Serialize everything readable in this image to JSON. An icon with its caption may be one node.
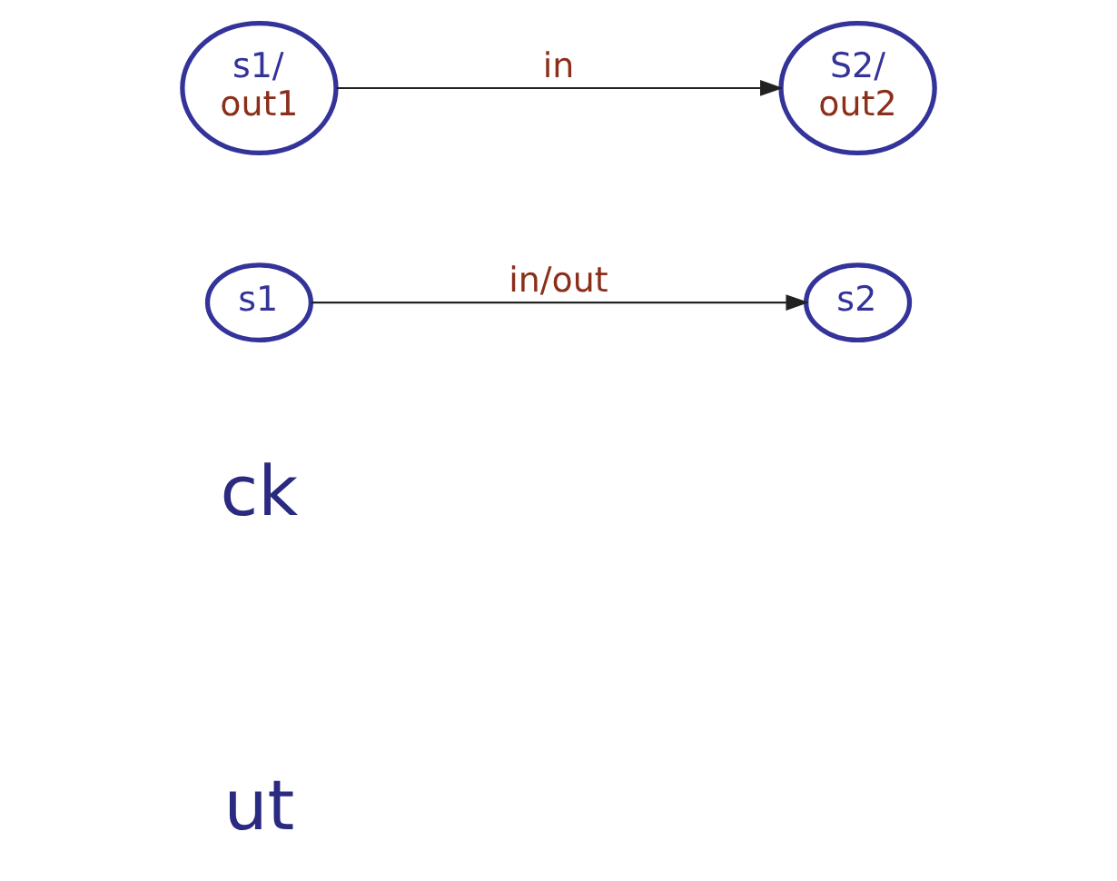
{
  "diagram": {
    "nodes": [
      {
        "text": [
          "s1"
        ]
      },
      {
        "text": [
          "s2"
        ]
      },
      {
        "text": [
          "s1/",
          "out1"
        ]
      },
      {
        "text": [
          "S2/",
          "out2"
        ]
      }
    ],
    "edges": [
      {
        "from": 0,
        "to": 1,
        "arrow": "to",
        "label": "in/out"
      },
      {
        "from": 2,
        "to": 3,
        "arrow": "to",
        "label": "in"
      }
    ],
    "labels": [
      "ck",
      "ut"
    ]
  }
}
